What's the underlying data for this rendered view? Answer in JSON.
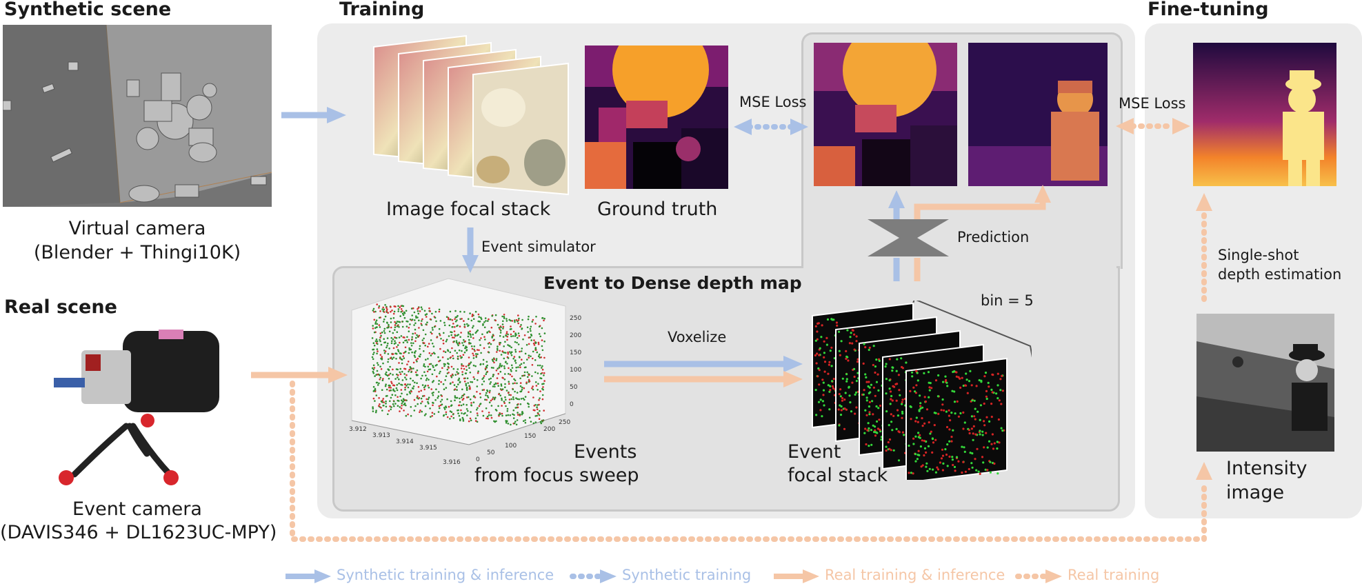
{
  "headings": {
    "synthetic_scene": "Synthetic scene",
    "training": "Training",
    "fine_tuning": "Fine-tuning",
    "real_scene": "Real scene"
  },
  "captions": {
    "virtual_camera_line1": "Virtual camera",
    "virtual_camera_line2": "(Blender + Thingi10K)",
    "event_camera_line1": "Event camera",
    "event_camera_line2": "(DAVIS346 + DL1623UC-MPY)",
    "image_focal_stack": "Image focal stack",
    "ground_truth": "Ground truth",
    "event_simulator": "Event simulator",
    "event_to_dense": "Event to Dense depth map",
    "events_line1": "Events",
    "events_line2": "from focus sweep",
    "voxelize": "Voxelize",
    "event_focal_stack_line1": "Event",
    "event_focal_stack_line2": "focal stack",
    "bin": "bin = 5",
    "prediction": "Prediction",
    "mse_loss_left": "MSE Loss",
    "mse_loss_right": "MSE Loss",
    "single_shot_line1": "Single-shot",
    "single_shot_line2": "depth estimation",
    "intensity_line1": "Intensity",
    "intensity_line2": "image"
  },
  "plot_axes": {
    "z_ticks": [
      "250",
      "200",
      "150",
      "100",
      "50",
      "0"
    ],
    "y_ticks": [
      "250",
      "200",
      "150",
      "100",
      "50",
      "0"
    ],
    "x_ticks": [
      "3.912",
      "3.913",
      "3.914",
      "3.915",
      "3.916"
    ]
  },
  "legend": {
    "items": [
      {
        "label": "Synthetic training & inference",
        "style": "solid",
        "color": "#a9c0e6"
      },
      {
        "label": "Synthetic training",
        "style": "dotted",
        "color": "#a9c0e6"
      },
      {
        "label": "Real training & inference",
        "style": "solid",
        "color": "#f5c6a6"
      },
      {
        "label": "Real training",
        "style": "dotted",
        "color": "#f5c6a6"
      }
    ]
  },
  "colors": {
    "blue": "#a9c0e6",
    "orange": "#f5c6a6",
    "panel": "#ececec",
    "inner_panel": "#e2e2e2"
  }
}
